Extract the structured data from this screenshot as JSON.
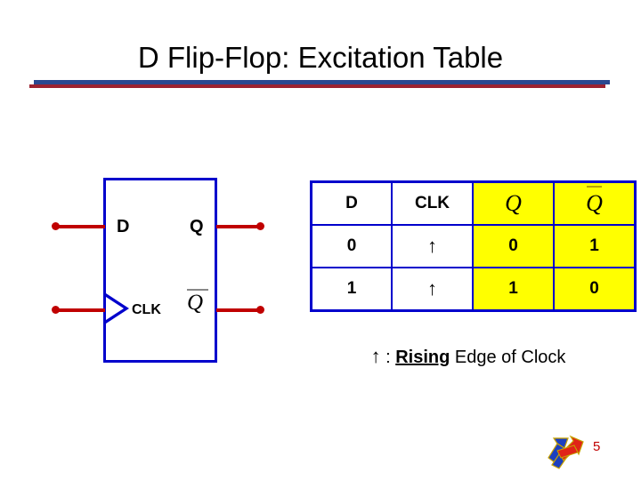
{
  "slide": {
    "title": "D Flip-Flop: Excitation Table",
    "number": "5",
    "logo_icon": "crossed-arrows-logo",
    "rule_blue_color": "#2a4890",
    "rule_red_color": "#9c2230"
  },
  "diagram": {
    "name": "d-flip-flop-symbol",
    "box_color": "#0000cc",
    "wire_color": "#c00000",
    "inputs": [
      {
        "label": "D",
        "name": "input-d"
      },
      {
        "label": "CLK",
        "name": "input-clk"
      }
    ],
    "outputs": [
      {
        "label": "Q",
        "name": "output-q"
      },
      {
        "label": "Q",
        "name": "output-q-bar",
        "overbar": true
      }
    ],
    "clock_edge_marker": "triangle"
  },
  "table": {
    "name": "excitation-table",
    "border_color": "#0000cc",
    "highlight_color": "#ffff00",
    "headers": [
      {
        "text": "D",
        "style": "plain",
        "highlight": false
      },
      {
        "text": "CLK",
        "style": "plain",
        "highlight": false
      },
      {
        "text": "Q",
        "style": "italic",
        "highlight": true,
        "overbar": false
      },
      {
        "text": "Q",
        "style": "italic",
        "highlight": true,
        "overbar": true
      }
    ],
    "rows": [
      [
        {
          "text": "0",
          "highlight": false
        },
        {
          "text": "↑",
          "highlight": false,
          "arrow": true
        },
        {
          "text": "0",
          "highlight": true
        },
        {
          "text": "1",
          "highlight": true
        }
      ],
      [
        {
          "text": "1",
          "highlight": false
        },
        {
          "text": "↑",
          "highlight": false,
          "arrow": true
        },
        {
          "text": "1",
          "highlight": true
        },
        {
          "text": "0",
          "highlight": true
        }
      ]
    ]
  },
  "legend": {
    "arrow": "↑",
    "separator": " : ",
    "emphasis": "Rising",
    "suffix": " Edge of Clock"
  }
}
